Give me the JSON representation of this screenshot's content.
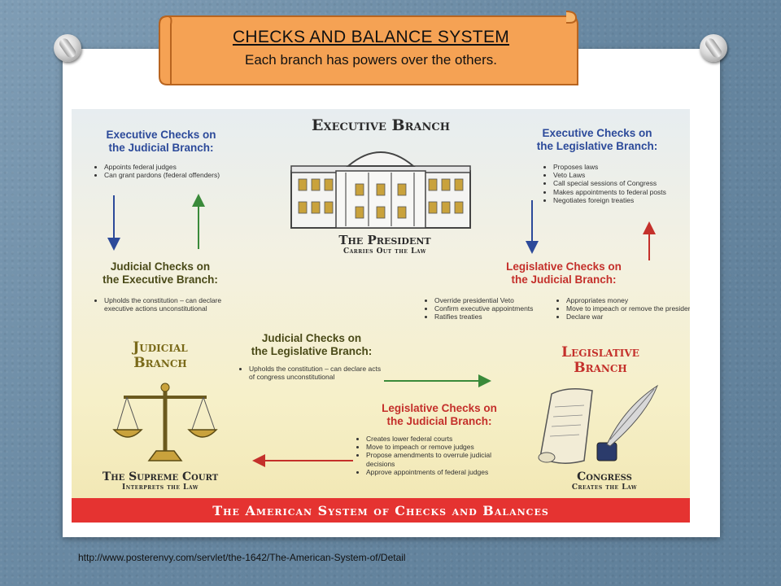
{
  "title": {
    "main": "CHECKS AND BALANCE SYSTEM",
    "subtitle": "Each branch has powers over the others."
  },
  "colors": {
    "banner": "#f5a254",
    "poster_footer": "#e53331",
    "blue_text": "#2c4a9a",
    "red_text": "#c4302b"
  },
  "poster": {
    "executive": {
      "heading": "Executive Branch",
      "caption": "The President",
      "sub": "Carries Out the Law"
    },
    "judicial": {
      "heading_line1": "Judicial",
      "heading_line2": "Branch",
      "caption": "The Supreme Court",
      "sub": "Interprets the Law"
    },
    "legislative": {
      "heading_line1": "Legislative",
      "heading_line2": "Branch",
      "caption": "Congress",
      "sub": "Creates the Law"
    },
    "exec_on_judicial": {
      "title1": "Executive Checks on",
      "title2": "the Judicial Branch:",
      "items": [
        "Appoints federal judges",
        "Can grant pardons (federal offenders)"
      ]
    },
    "exec_on_legislative": {
      "title1": "Executive Checks on",
      "title2": "the Legislative Branch:",
      "items": [
        "Proposes laws",
        "Veto Laws",
        "Call special sessions of Congress",
        "Makes appointments to federal posts",
        "Negotiates foreign treaties"
      ]
    },
    "judicial_on_exec": {
      "title1": "Judicial Checks on",
      "title2": "the Executive Branch:",
      "items": [
        "Upholds the constitution – can declare executive actions unconstitutional"
      ]
    },
    "legislative_on_exec": {
      "title1": "Legislative Checks on",
      "title2": "the Judicial Branch:",
      "items_left": [
        "Override presidential Veto",
        "Confirm executive appointments",
        "Ratifies treaties"
      ],
      "items_right": [
        "Appropriates money",
        "Move to impeach or remove the president",
        "Declare war"
      ]
    },
    "judicial_on_legislative": {
      "title1": "Judicial Checks on",
      "title2": "the Legislative Branch:",
      "items": [
        "Upholds the constitution – can declare acts of congress unconstitutional"
      ]
    },
    "legislative_on_judicial": {
      "title1": "Legislative Checks on",
      "title2": "the Judicial Branch:",
      "items": [
        "Creates lower federal courts",
        "Move to impeach or remove judges",
        "Propose amendments to overrule judicial decisions",
        "Approve appointments of federal judges"
      ]
    },
    "footer": "The American System of Checks and Balances"
  },
  "source_url": "http://www.posterenvy.com/servlet/the-1642/The-American-System-of/Detail"
}
